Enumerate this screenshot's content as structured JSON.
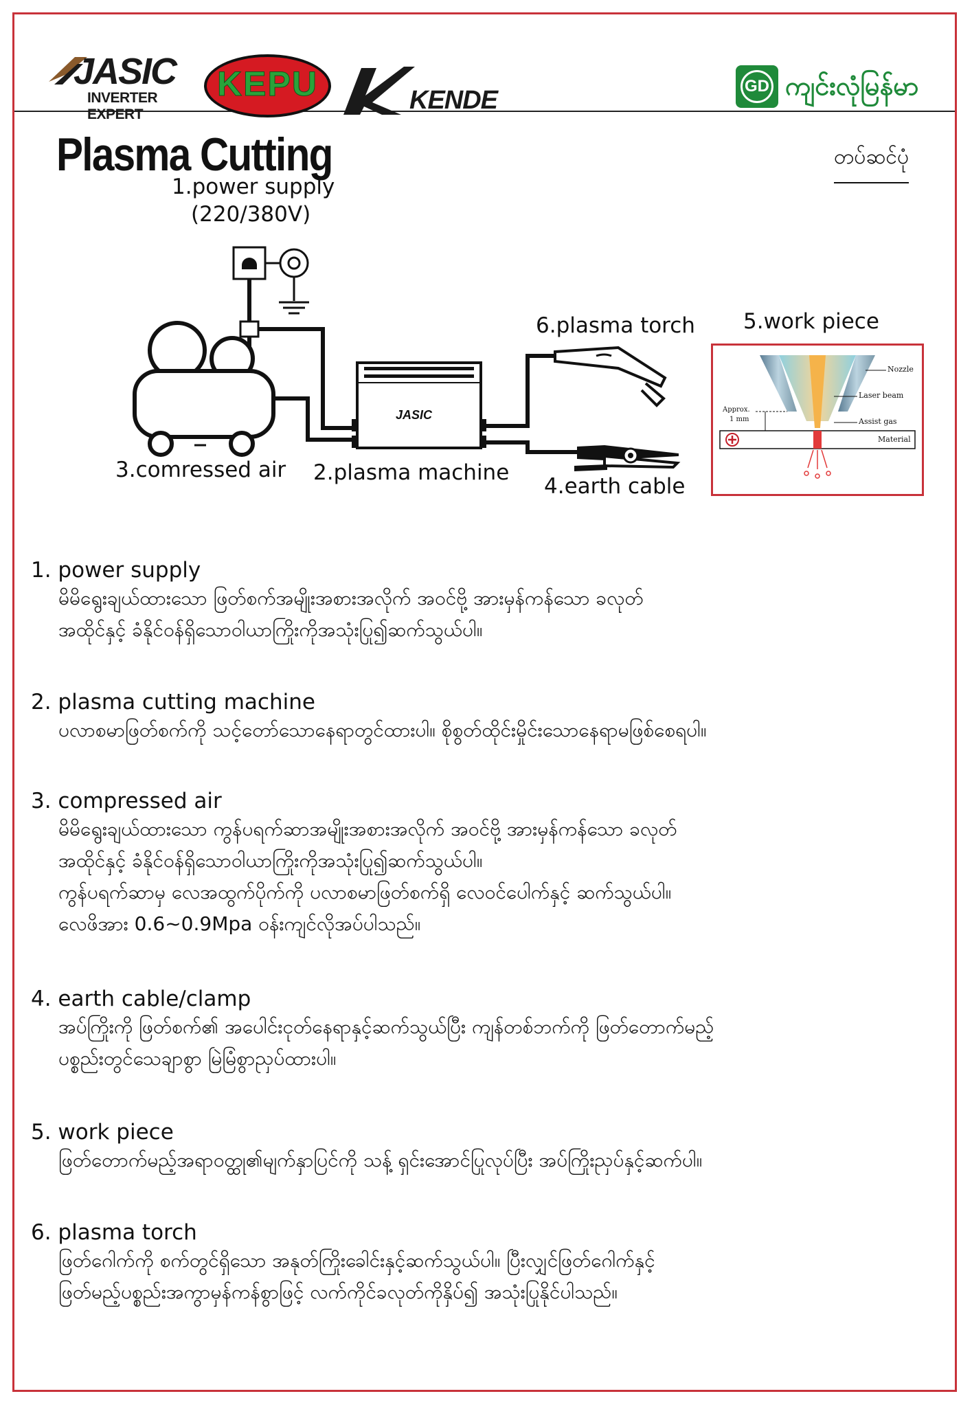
{
  "header": {
    "jasic_brand": "JASIC",
    "jasic_tagline": "INVERTER EXPERT",
    "kepu_brand": "KEPU",
    "kende_brand": "KENDE",
    "gd_mark": "GD",
    "gd_name": "ကျင်းလုံမြန်မာ"
  },
  "title": "Plasma Cutting",
  "tag": "တပ်ဆင်ပုံ",
  "diagram": {
    "power_supply": "1.power supply",
    "power_supply_voltage": "(220/380V)",
    "plasma_torch": "6.plasma torch",
    "work_piece": "5.work piece",
    "compressed_air": "3.comressed air",
    "plasma_machine": "2.plasma machine",
    "earth_cable": "4.earth cable",
    "machine_brand": "JASIC",
    "wp_nozzle": "Nozzle",
    "wp_laser": "Laser beam",
    "wp_approx": "Approx.",
    "wp_1mm": "1 mm",
    "wp_assist": "Assist gas",
    "wp_material": "Material"
  },
  "sections": [
    {
      "heading": "1. power supply",
      "lines": [
        "မိမိရွေးချယ်ထားသော ဖြတ်စက်အမျိုးအစားအလိုက် အဝင်ဗို့ အားမှန်ကန်သော ခလုတ်",
        "အထိုင်နှင့် ခံနိုင်ဝန်ရှိသောဝါယာကြိုးကိုအသုံးပြု၍ဆက်သွယ်ပါ။"
      ]
    },
    {
      "heading": "2. plasma cutting machine",
      "lines": [
        "ပလာစမာဖြတ်စက်ကို သင့်တော်သောနေရာတွင်ထားပါ။ စိုစွတ်ထိုင်းမှိုင်းသောနေရာမဖြစ်စေရပါ။"
      ]
    },
    {
      "heading": "3. compressed air",
      "lines": [
        "မိမိရွေးချယ်ထားသော ကွန်ပရက်ဆာအမျိုးအစားအလိုက် အဝင်ဗို့ အားမှန်ကန်သော ခလုတ်",
        "အထိုင်နှင့် ခံနိုင်ဝန်ရှိသောဝါယာကြိုးကိုအသုံးပြု၍ဆက်သွယ်ပါ။",
        "ကွန်ပရက်ဆာမှ လေအထွက်ပိုက်ကို ပလာစမာဖြတ်စက်ရှိ လေဝင်ပေါက်နှင့် ဆက်သွယ်ပါ။",
        "လေဖိအား 0.6~0.9Mpa ဝန်းကျင်လိုအပ်ပါသည်။"
      ]
    },
    {
      "heading": "4. earth cable/clamp",
      "lines": [
        "အပ်ကြိုးကို ဖြတ်စက်၏ အပေါင်းငုတ်နေရာနှင့်ဆက်သွယ်ပြီး ကျန်တစ်ဘက်ကို ဖြတ်တောက်မည့်",
        "ပစ္စည်းတွင်သေချာစွာ မြဲမြံစွာညှပ်ထားပါ။"
      ]
    },
    {
      "heading": "5. work piece",
      "lines": [
        "ဖြတ်တောက်မည့်အရာဝတ္ထု၏မျက်နှာပြင်ကို သန့် ရှင်းအောင်ပြုလုပ်ပြီး အပ်ကြိုးညှပ်နှင့်ဆက်ပါ။"
      ]
    },
    {
      "heading": "6. plasma torch",
      "lines": [
        "ဖြတ်ဂေါက်ကို စက်တွင်ရှိသော အနုတ်ကြိုးခေါင်းနှင့်ဆက်သွယ်ပါ။ ပြီးလျှင်ဖြတ်ဂေါက်နှင့်",
        "ဖြတ်မည့်ပစ္စည်းအကွာမှန်ကန်စွာဖြင့် လက်ကိုင်ခလုတ်ကိုနှိပ်၍ အသုံးပြုနိုင်ပါသည်။"
      ]
    }
  ],
  "colors": {
    "frame": "#c8323a",
    "kepu_red": "#d51a22",
    "kepu_green": "#2aa33a",
    "gd_green": "#1f8a3a"
  }
}
